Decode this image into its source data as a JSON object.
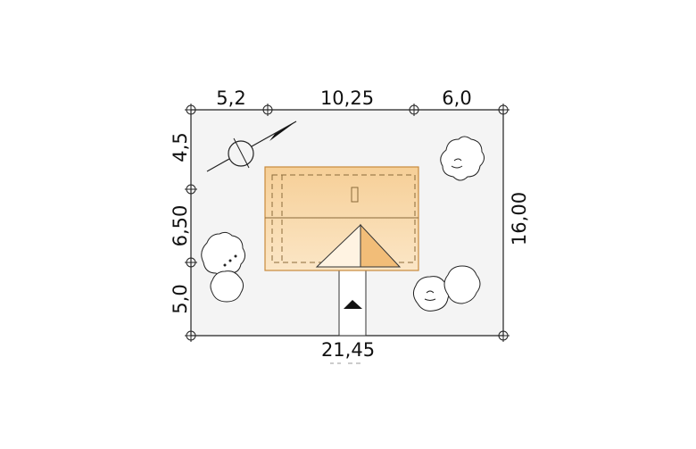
{
  "dimensions": {
    "top": [
      "5,2",
      "10,25",
      "6,0"
    ],
    "left": [
      "4,5",
      "6,50",
      "5,0"
    ],
    "right": "16,00",
    "bottom": "21,45"
  },
  "colors": {
    "plot": "#f4f4f4",
    "roof_light": "#fbe3c0",
    "roof_dark": "#f5c98c",
    "roof_border": "#c98a3c",
    "line": "#222222"
  },
  "icons": [
    "north-arrow-icon",
    "entrance-arrow-icon",
    "tree-icon"
  ]
}
